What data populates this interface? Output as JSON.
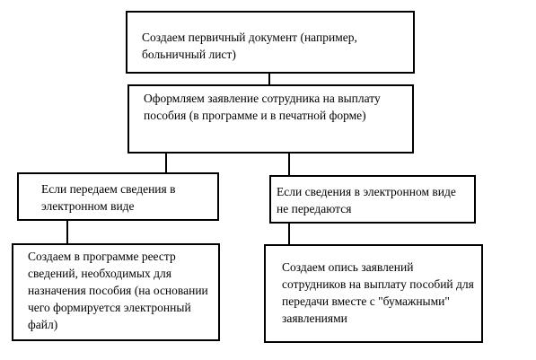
{
  "flowchart": {
    "step_create_document": "Создаем первичный документ (например, больничный лист)",
    "step_employee_application": "Оформляем заявление сотрудника на выплату пособия (в программе и в печатной форме)",
    "branch_electronic": "Если передаем сведения в электронном виде",
    "branch_not_electronic": "Если сведения в электронном виде не передаются",
    "result_registry": "Создаем в программе реестр сведений, необходимых для назначения пособия (на основании чего формируется электронный файл)",
    "result_inventory": "Создаем опись заявлений сотрудников на выплату пособий для передачи вместе с \"бумажными\" заявлениями"
  }
}
